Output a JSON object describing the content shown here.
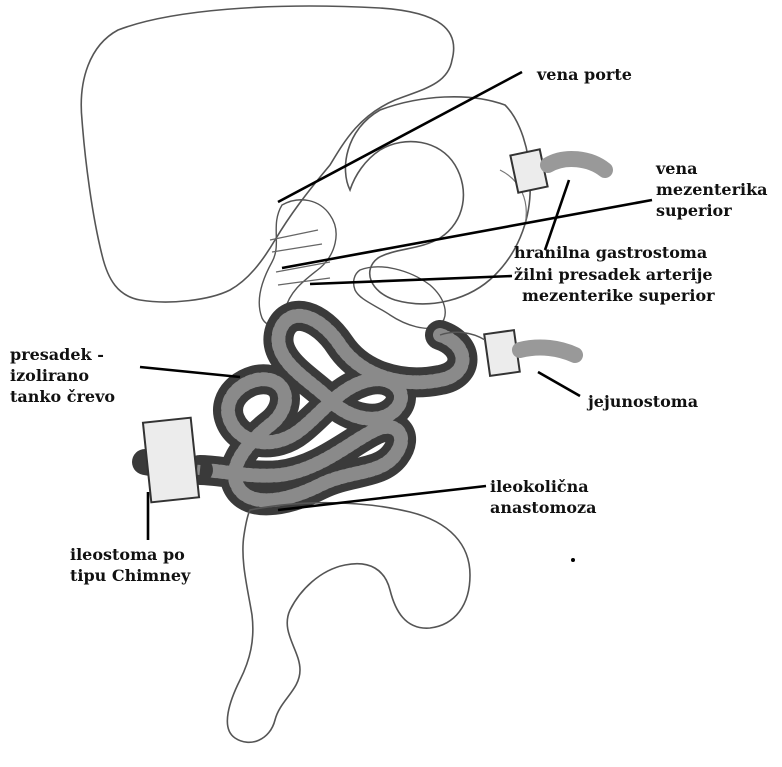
{
  "colors": {
    "outline": "#555555",
    "leader": "#000000",
    "intestine_dark": "#3a3a3a",
    "intestine_light": "#8a8a8a",
    "stoma_fill": "#ececec"
  },
  "labels": {
    "vena_porte": "vena porte",
    "vena_mezenterika_superior": [
      "vena",
      "mezenterika",
      "superior"
    ],
    "hranilna_gastrostoma": "hranilna gastrostoma",
    "zilni_presadek": [
      "žilni presadek arterije",
      "mezenterike superior"
    ],
    "presadek": [
      "presadek -",
      "izolirano",
      "tanko črevo"
    ],
    "jejunostoma": "jejunostoma",
    "ileokolicna": [
      "ileokolična",
      "anastomoza"
    ],
    "ileostoma": [
      "ileostoma po",
      "tipu Chimney"
    ]
  }
}
